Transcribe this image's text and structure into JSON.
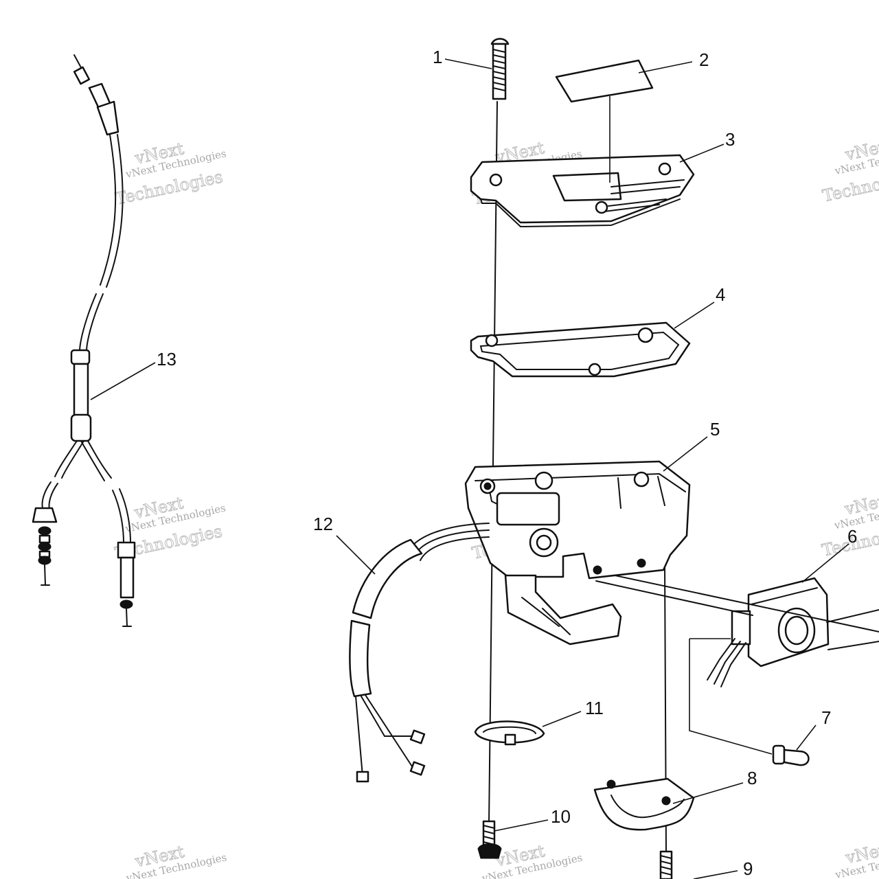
{
  "diagram": {
    "callouts": [
      {
        "id": "1",
        "label": "1"
      },
      {
        "id": "2",
        "label": "2"
      },
      {
        "id": "3",
        "label": "3"
      },
      {
        "id": "4",
        "label": "4"
      },
      {
        "id": "5",
        "label": "5"
      },
      {
        "id": "6",
        "label": "6"
      },
      {
        "id": "7",
        "label": "7"
      },
      {
        "id": "8",
        "label": "8"
      },
      {
        "id": "9",
        "label": "9"
      },
      {
        "id": "10",
        "label": "10"
      },
      {
        "id": "11",
        "label": "11"
      },
      {
        "id": "12",
        "label": "12"
      },
      {
        "id": "13",
        "label": "13"
      }
    ],
    "watermark": {
      "company": "vNext",
      "line1": "vNext Technologies",
      "line2": "Technologies"
    }
  }
}
